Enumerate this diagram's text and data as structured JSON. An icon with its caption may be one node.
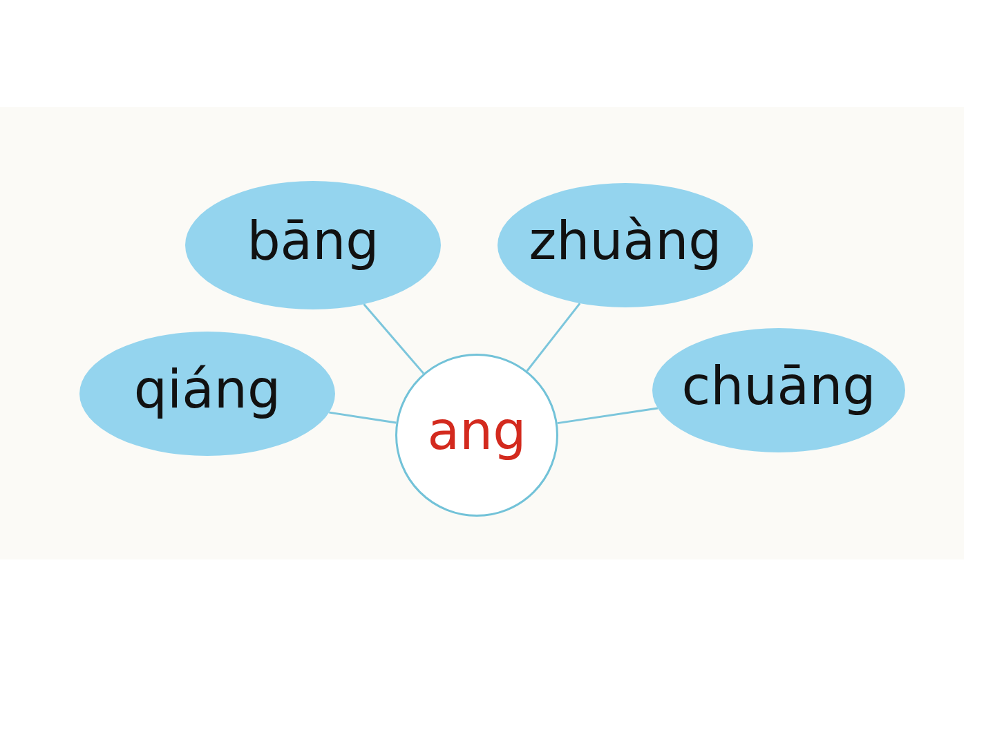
{
  "diagram": {
    "nodes": [
      {
        "text": [
          "bāng"
        ]
      },
      {
        "text": [
          "zhuàng"
        ]
      },
      {
        "text": [
          "qiáng"
        ]
      },
      {
        "text": [
          "ang"
        ]
      },
      {
        "text": [
          "chuāng"
        ]
      }
    ],
    "edges": [
      {
        "from": 3,
        "to": 0,
        "arrow": "none"
      },
      {
        "from": 3,
        "to": 1,
        "arrow": "none"
      },
      {
        "from": 3,
        "to": 2,
        "arrow": "none"
      },
      {
        "from": 3,
        "to": 4,
        "arrow": "none"
      }
    ]
  }
}
